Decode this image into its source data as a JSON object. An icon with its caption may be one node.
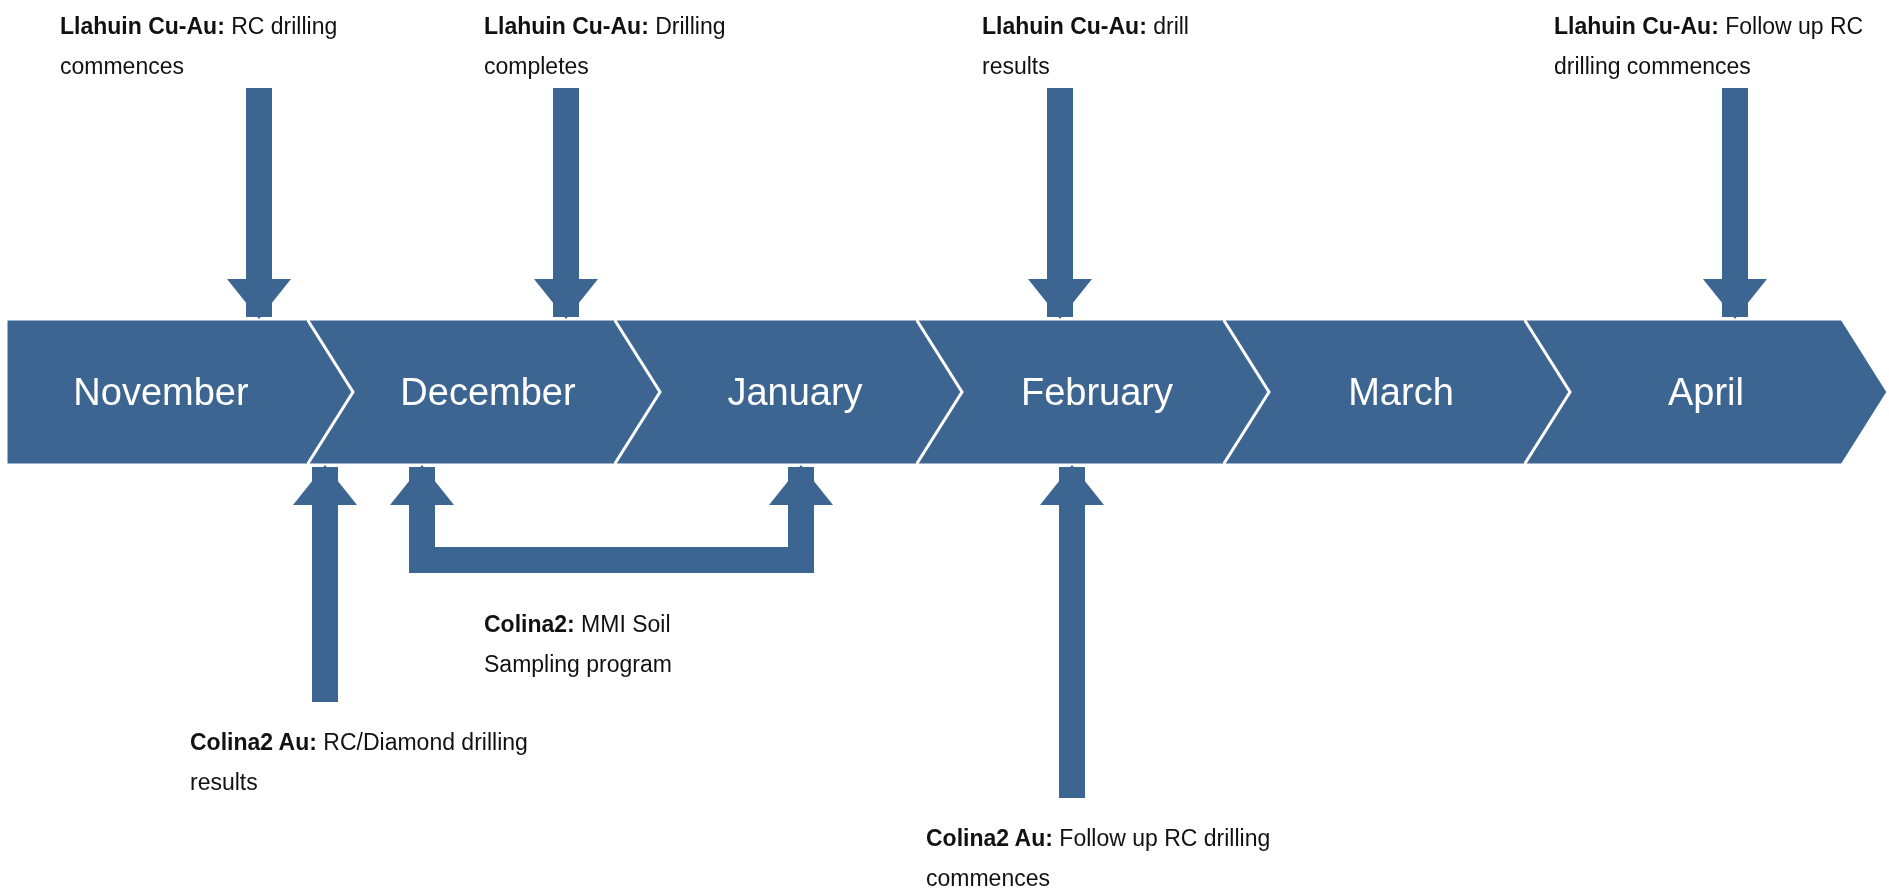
{
  "diagram": {
    "nodes": [
      {
        "text": [
          "November"
        ]
      },
      {
        "text": [
          "December"
        ]
      },
      {
        "text": [
          "January"
        ]
      },
      {
        "text": [
          "February"
        ]
      },
      {
        "text": [
          "March"
        ]
      },
      {
        "text": [
          "April"
        ]
      },
      {
        "text": [
          "**Llahuin Cu-Au:** RC drilling commences"
        ]
      },
      {
        "text": [
          "**Llahuin Cu-Au:** Drilling completes"
        ]
      },
      {
        "text": [
          "**Llahuin Cu-Au:** drill results"
        ]
      },
      {
        "text": [
          "**Llahuin Cu-Au:** Follow up RC drilling commences"
        ]
      },
      {
        "text": [
          "**Colina2 Au:** RC/Diamond drilling results"
        ]
      },
      {
        "text": [
          "**Colina2 Au:** Follow up RC drilling commences"
        ]
      }
    ],
    "edges": [
      {
        "from": 6,
        "to": 0,
        "arrow": "to"
      },
      {
        "from": 7,
        "to": 1,
        "arrow": "to"
      },
      {
        "from": 8,
        "to": 3,
        "arrow": "to"
      },
      {
        "from": 9,
        "to": 5,
        "arrow": "to"
      },
      {
        "from": 10,
        "to": 1,
        "arrow": "to"
      },
      {
        "from": 11,
        "to": 3,
        "arrow": "to"
      },
      {
        "from": 1,
        "to": 2,
        "arrow": "both",
        "label": "**Colina2:** MMI Soil Sampling program"
      }
    ]
  }
}
